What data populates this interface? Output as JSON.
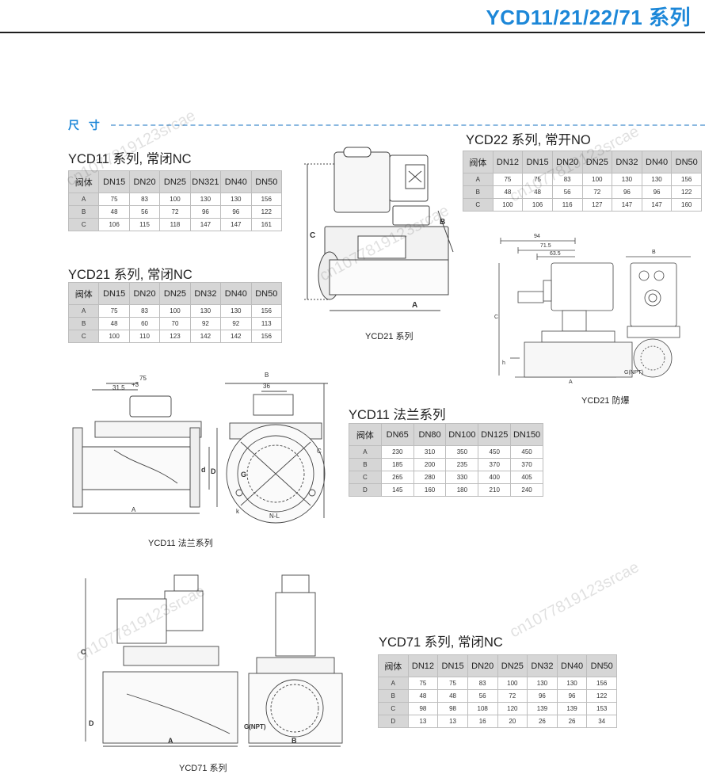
{
  "header": {
    "title": "YCD11/21/22/71 系列"
  },
  "section": {
    "label": "尺 寸"
  },
  "tables": {
    "ycd11": {
      "title": "YCD11 系列, 常闭NC",
      "columns": [
        "阀体",
        "DN15",
        "DN20",
        "DN25",
        "DN321",
        "DN40",
        "DN50"
      ],
      "rows": [
        [
          "A",
          "75",
          "83",
          "100",
          "130",
          "130",
          "156"
        ],
        [
          "B",
          "48",
          "56",
          "72",
          "96",
          "96",
          "122"
        ],
        [
          "C",
          "106",
          "115",
          "118",
          "147",
          "147",
          "161"
        ]
      ]
    },
    "ycd21": {
      "title": "YCD21 系列, 常闭NC",
      "columns": [
        "阀体",
        "DN15",
        "DN20",
        "DN25",
        "DN32",
        "DN40",
        "DN50"
      ],
      "rows": [
        [
          "A",
          "75",
          "83",
          "100",
          "130",
          "130",
          "156"
        ],
        [
          "B",
          "48",
          "60",
          "70",
          "92",
          "92",
          "113"
        ],
        [
          "C",
          "100",
          "110",
          "123",
          "142",
          "142",
          "156"
        ]
      ]
    },
    "ycd22": {
      "title": "YCD22 系列, 常开NO",
      "columns": [
        "阀体",
        "DN12",
        "DN15",
        "DN20",
        "DN25",
        "DN32",
        "DN40",
        "DN50"
      ],
      "rows": [
        [
          "A",
          "75",
          "75",
          "83",
          "100",
          "130",
          "130",
          "156"
        ],
        [
          "B",
          "48",
          "48",
          "56",
          "72",
          "96",
          "96",
          "122"
        ],
        [
          "C",
          "100",
          "106",
          "116",
          "127",
          "147",
          "147",
          "160"
        ]
      ]
    },
    "ycd11_flange": {
      "title": "YCD11 法兰系列",
      "columns": [
        "阀体",
        "DN65",
        "DN80",
        "DN100",
        "DN125",
        "DN150"
      ],
      "rows": [
        [
          "A",
          "230",
          "310",
          "350",
          "450",
          "450"
        ],
        [
          "B",
          "185",
          "200",
          "235",
          "370",
          "370"
        ],
        [
          "C",
          "265",
          "280",
          "330",
          "400",
          "405"
        ],
        [
          "D",
          "145",
          "160",
          "180",
          "210",
          "240"
        ]
      ]
    },
    "ycd71": {
      "title": "YCD71 系列, 常闭NC",
      "columns": [
        "阀体",
        "DN12",
        "DN15",
        "DN20",
        "DN25",
        "DN32",
        "DN40",
        "DN50"
      ],
      "rows": [
        [
          "A",
          "75",
          "75",
          "83",
          "100",
          "130",
          "130",
          "156"
        ],
        [
          "B",
          "48",
          "48",
          "56",
          "72",
          "96",
          "96",
          "122"
        ],
        [
          "C",
          "98",
          "98",
          "108",
          "120",
          "139",
          "139",
          "153"
        ],
        [
          "D",
          "13",
          "13",
          "16",
          "20",
          "26",
          "26",
          "34"
        ]
      ]
    }
  },
  "captions": {
    "ycd21": "YCD21 系列",
    "ycd21_explosion": "YCD21 防爆",
    "ycd11_flange": "YCD11 法兰系列",
    "ycd71": "YCD71 系列"
  },
  "dimension_labels": {
    "a": "A",
    "b": "B",
    "c": "C",
    "d": "D",
    "d_lower": "d",
    "g": "G",
    "k": "k",
    "nl": "N-L",
    "gnpt": "G(NPT)",
    "d94": "94",
    "d71_5": "71.5",
    "d63_5": "63.5",
    "d75": "75",
    "d31_5": "31.5",
    "d3": "+3",
    "d36": "36",
    "h_small": "h"
  },
  "watermark": "cn1077819123srcae",
  "colors": {
    "accent": "#1c87d8",
    "table_header": "#d6d6d6"
  }
}
